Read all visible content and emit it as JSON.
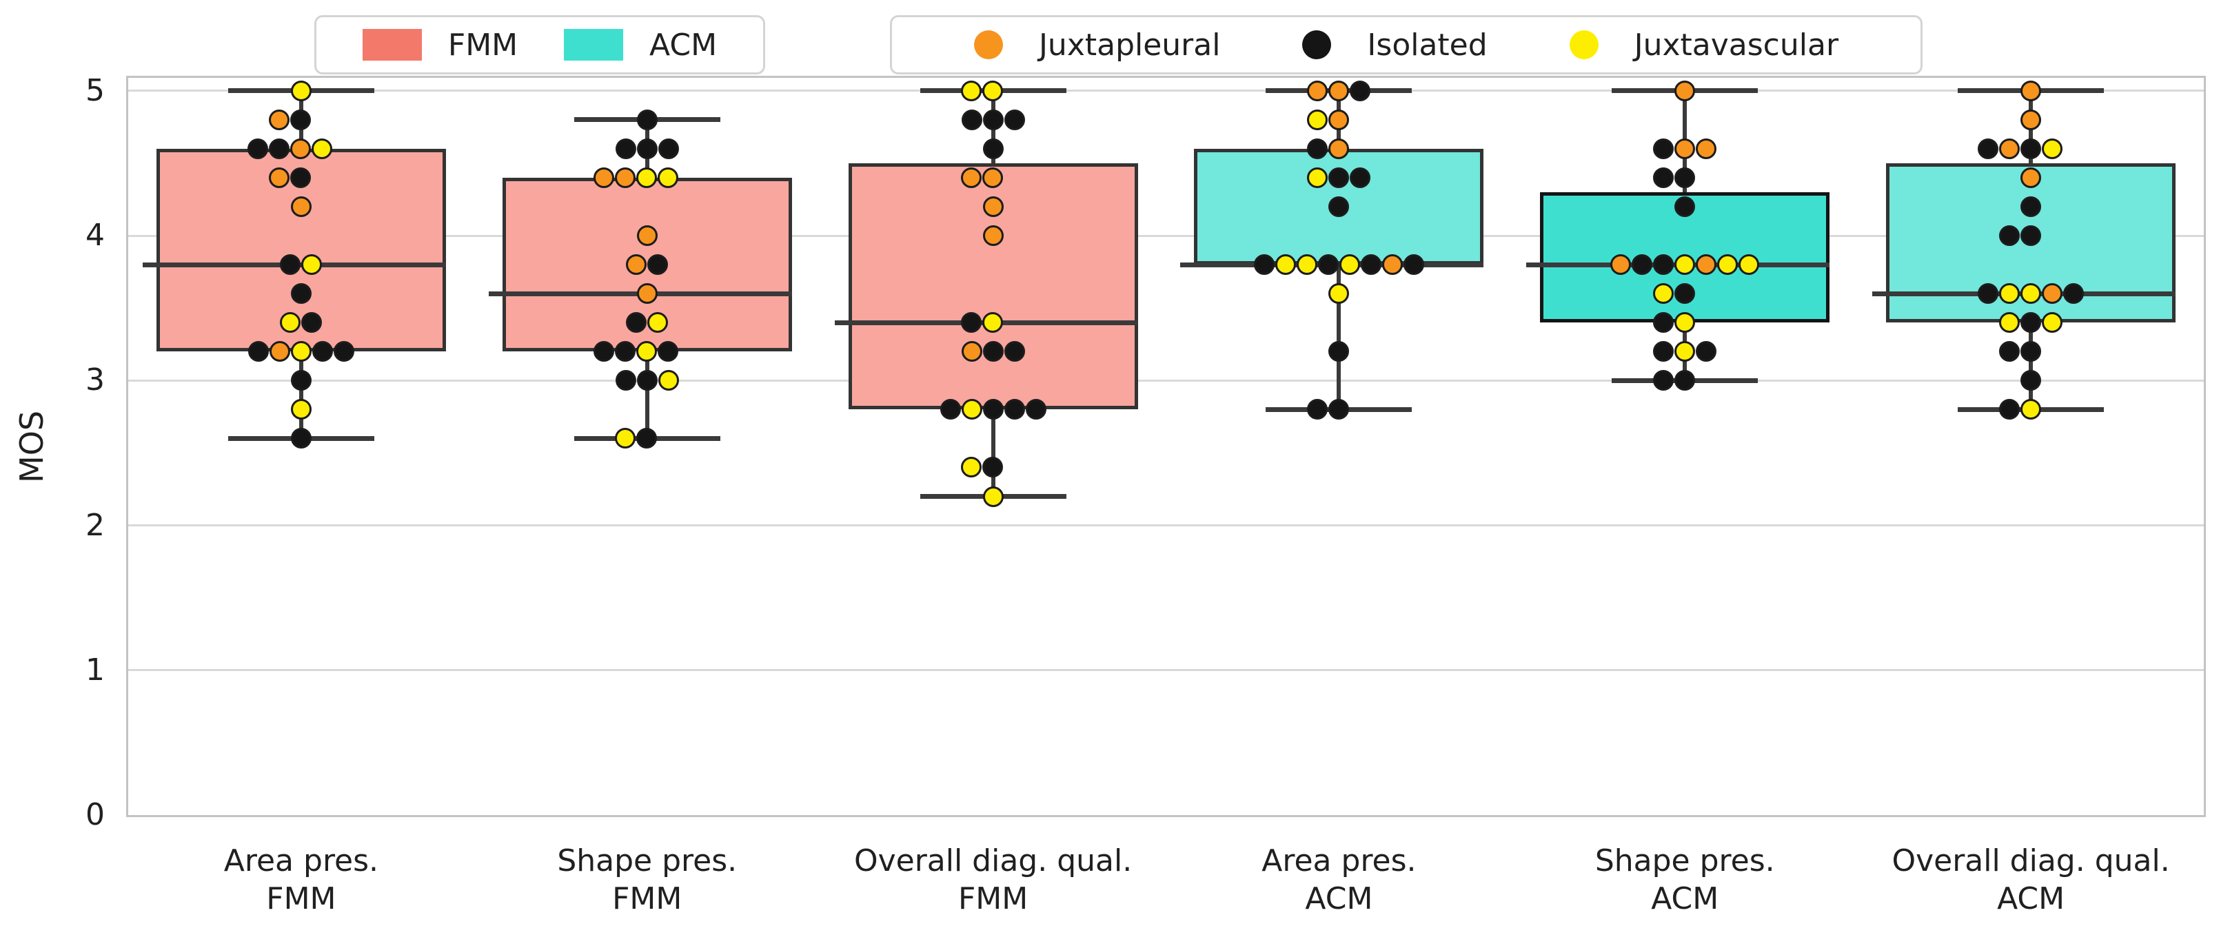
{
  "chart_data": {
    "type": "box",
    "ylabel": "MOS",
    "ylim": [
      0,
      5.09
    ],
    "yticks": [
      "0",
      "1",
      "2",
      "3",
      "4",
      "5"
    ],
    "grid": "horizontal",
    "categories": [
      {
        "line1": "Area pres.",
        "line2": "FMM"
      },
      {
        "line1": "Shape pres.",
        "line2": "FMM"
      },
      {
        "line1": "Overall diag. qual.",
        "line2": "FMM"
      },
      {
        "line1": "Area pres.",
        "line2": "ACM"
      },
      {
        "line1": "Shape pres.",
        "line2": "ACM"
      },
      {
        "line1": "Overall diag. qual.",
        "line2": "ACM"
      }
    ],
    "group_legend": [
      {
        "label": "FMM",
        "color": "#f3796b"
      },
      {
        "label": "ACM",
        "color": "#3fdfd0"
      }
    ],
    "point_legend": [
      {
        "label": "Juxtapleural",
        "color": "#f7941e"
      },
      {
        "label": "Isolated",
        "color": "#151515"
      },
      {
        "label": "Juxtavascular",
        "color": "#fdee00"
      }
    ],
    "point_colors": {
      "orange": "#f7941e",
      "black": "#151515",
      "yellow": "#fdee00"
    },
    "boxes": [
      {
        "category_index": 0,
        "fill": "#f8a69e",
        "edge": "#333333",
        "whisker_low": 2.6,
        "q1": 3.2,
        "median": 3.8,
        "q3": 4.6,
        "whisker_high": 5.0,
        "points": [
          {
            "value": 5.0,
            "colors": [
              "yellow"
            ],
            "shift": 0
          },
          {
            "value": 4.8,
            "colors": [
              "orange",
              "black"
            ],
            "shift": -16
          },
          {
            "value": 4.6,
            "colors": [
              "black",
              "black",
              "orange",
              "yellow"
            ],
            "shift": -16
          },
          {
            "value": 4.4,
            "colors": [
              "orange",
              "black"
            ],
            "shift": -16
          },
          {
            "value": 4.2,
            "colors": [
              "orange"
            ],
            "shift": 0
          },
          {
            "value": 3.8,
            "colors": [
              "black",
              "yellow"
            ],
            "shift": 0
          },
          {
            "value": 3.6,
            "colors": [
              "black"
            ],
            "shift": 0
          },
          {
            "value": 3.4,
            "colors": [
              "yellow",
              "black"
            ],
            "shift": 0
          },
          {
            "value": 3.2,
            "colors": [
              "black",
              "orange",
              "yellow",
              "black",
              "black"
            ],
            "shift": 0
          },
          {
            "value": 3.0,
            "colors": [
              "black"
            ],
            "shift": 0
          },
          {
            "value": 2.8,
            "colors": [
              "yellow"
            ],
            "shift": 0
          },
          {
            "value": 2.6,
            "colors": [
              "black"
            ],
            "shift": 0
          }
        ]
      },
      {
        "category_index": 1,
        "fill": "#f8a69e",
        "edge": "#333333",
        "whisker_low": 2.6,
        "q1": 3.2,
        "median": 3.6,
        "q3": 4.4,
        "whisker_high": 4.8,
        "points": [
          {
            "value": 4.8,
            "colors": [
              "black"
            ],
            "shift": 0
          },
          {
            "value": 4.6,
            "colors": [
              "black",
              "black",
              "black"
            ],
            "shift": 0
          },
          {
            "value": 4.4,
            "colors": [
              "orange",
              "orange",
              "yellow",
              "yellow"
            ],
            "shift": -16
          },
          {
            "value": 4.0,
            "colors": [
              "orange"
            ],
            "shift": 0
          },
          {
            "value": 3.8,
            "colors": [
              "orange",
              "black"
            ],
            "shift": 0
          },
          {
            "value": 3.6,
            "colors": [
              "orange"
            ],
            "shift": 0
          },
          {
            "value": 3.4,
            "colors": [
              "black",
              "yellow"
            ],
            "shift": 0
          },
          {
            "value": 3.2,
            "colors": [
              "black",
              "black",
              "yellow",
              "black"
            ],
            "shift": -16
          },
          {
            "value": 3.0,
            "colors": [
              "black",
              "black",
              "yellow"
            ],
            "shift": 0
          },
          {
            "value": 2.6,
            "colors": [
              "yellow",
              "black"
            ],
            "shift": -16
          }
        ]
      },
      {
        "category_index": 2,
        "fill": "#f8a69e",
        "edge": "#333333",
        "whisker_low": 2.2,
        "q1": 2.8,
        "median": 3.4,
        "q3": 4.5,
        "whisker_high": 5.0,
        "points": [
          {
            "value": 5.0,
            "colors": [
              "yellow",
              "yellow"
            ],
            "shift": -16
          },
          {
            "value": 4.8,
            "colors": [
              "black",
              "black",
              "black"
            ],
            "shift": 0
          },
          {
            "value": 4.6,
            "colors": [
              "black"
            ],
            "shift": 0
          },
          {
            "value": 4.4,
            "colors": [
              "orange",
              "orange"
            ],
            "shift": -16
          },
          {
            "value": 4.2,
            "colors": [
              "orange"
            ],
            "shift": 0
          },
          {
            "value": 4.0,
            "colors": [
              "orange"
            ],
            "shift": 0
          },
          {
            "value": 3.4,
            "colors": [
              "black",
              "yellow"
            ],
            "shift": -16
          },
          {
            "value": 3.2,
            "colors": [
              "orange",
              "black",
              "black"
            ],
            "shift": 0
          },
          {
            "value": 2.8,
            "colors": [
              "black",
              "yellow",
              "black",
              "black",
              "black"
            ],
            "shift": 0
          },
          {
            "value": 2.4,
            "colors": [
              "yellow",
              "black"
            ],
            "shift": -16
          },
          {
            "value": 2.2,
            "colors": [
              "yellow"
            ],
            "shift": 0
          }
        ]
      },
      {
        "category_index": 3,
        "fill": "#72e7db",
        "edge": "#333333",
        "whisker_low": 2.8,
        "q1": 3.8,
        "median": 3.8,
        "q3": 4.6,
        "whisker_high": 5.0,
        "points": [
          {
            "value": 5.0,
            "colors": [
              "orange",
              "orange",
              "black"
            ],
            "shift": 0
          },
          {
            "value": 4.8,
            "colors": [
              "yellow",
              "orange"
            ],
            "shift": -16
          },
          {
            "value": 4.6,
            "colors": [
              "black",
              "orange"
            ],
            "shift": -16
          },
          {
            "value": 4.4,
            "colors": [
              "yellow",
              "black",
              "black"
            ],
            "shift": 0
          },
          {
            "value": 4.2,
            "colors": [
              "black"
            ],
            "shift": 0
          },
          {
            "value": 3.8,
            "colors": [
              "black",
              "yellow",
              "yellow",
              "black",
              "yellow",
              "black",
              "orange",
              "black"
            ],
            "shift": 0
          },
          {
            "value": 3.6,
            "colors": [
              "yellow"
            ],
            "shift": 0
          },
          {
            "value": 3.2,
            "colors": [
              "black"
            ],
            "shift": 0
          },
          {
            "value": 2.8,
            "colors": [
              "black",
              "black"
            ],
            "shift": -16
          }
        ]
      },
      {
        "category_index": 4,
        "fill": "#3fdfd0",
        "edge": "#141414",
        "whisker_low": 3.0,
        "q1": 3.4,
        "median": 3.8,
        "q3": 4.3,
        "whisker_high": 5.0,
        "points": [
          {
            "value": 5.0,
            "colors": [
              "orange"
            ],
            "shift": 0
          },
          {
            "value": 4.6,
            "colors": [
              "black",
              "orange",
              "orange"
            ],
            "shift": 0
          },
          {
            "value": 4.4,
            "colors": [
              "black",
              "black"
            ],
            "shift": -16
          },
          {
            "value": 4.2,
            "colors": [
              "black"
            ],
            "shift": 0
          },
          {
            "value": 3.8,
            "colors": [
              "orange",
              "black",
              "black",
              "yellow",
              "orange",
              "yellow",
              "yellow"
            ],
            "shift": 0
          },
          {
            "value": 3.6,
            "colors": [
              "yellow",
              "black"
            ],
            "shift": -16
          },
          {
            "value": 3.4,
            "colors": [
              "black",
              "yellow"
            ],
            "shift": -16
          },
          {
            "value": 3.2,
            "colors": [
              "black",
              "yellow",
              "black"
            ],
            "shift": 0
          },
          {
            "value": 3.0,
            "colors": [
              "black",
              "black"
            ],
            "shift": -16
          }
        ]
      },
      {
        "category_index": 5,
        "fill": "#72e7db",
        "edge": "#333333",
        "whisker_low": 2.8,
        "q1": 3.4,
        "median": 3.6,
        "q3": 4.5,
        "whisker_high": 5.0,
        "points": [
          {
            "value": 5.0,
            "colors": [
              "orange"
            ],
            "shift": 0
          },
          {
            "value": 4.8,
            "colors": [
              "orange"
            ],
            "shift": 0
          },
          {
            "value": 4.6,
            "colors": [
              "black",
              "orange",
              "black",
              "yellow"
            ],
            "shift": -16
          },
          {
            "value": 4.4,
            "colors": [
              "orange"
            ],
            "shift": 0
          },
          {
            "value": 4.2,
            "colors": [
              "black"
            ],
            "shift": 0
          },
          {
            "value": 4.0,
            "colors": [
              "black",
              "black"
            ],
            "shift": -16
          },
          {
            "value": 3.6,
            "colors": [
              "black",
              "yellow",
              "yellow",
              "orange",
              "black"
            ],
            "shift": 0
          },
          {
            "value": 3.4,
            "colors": [
              "yellow",
              "black",
              "yellow"
            ],
            "shift": 0
          },
          {
            "value": 3.2,
            "colors": [
              "black",
              "black"
            ],
            "shift": -16
          },
          {
            "value": 3.0,
            "colors": [
              "black"
            ],
            "shift": 0
          },
          {
            "value": 2.8,
            "colors": [
              "black",
              "yellow"
            ],
            "shift": -16
          }
        ]
      }
    ]
  }
}
